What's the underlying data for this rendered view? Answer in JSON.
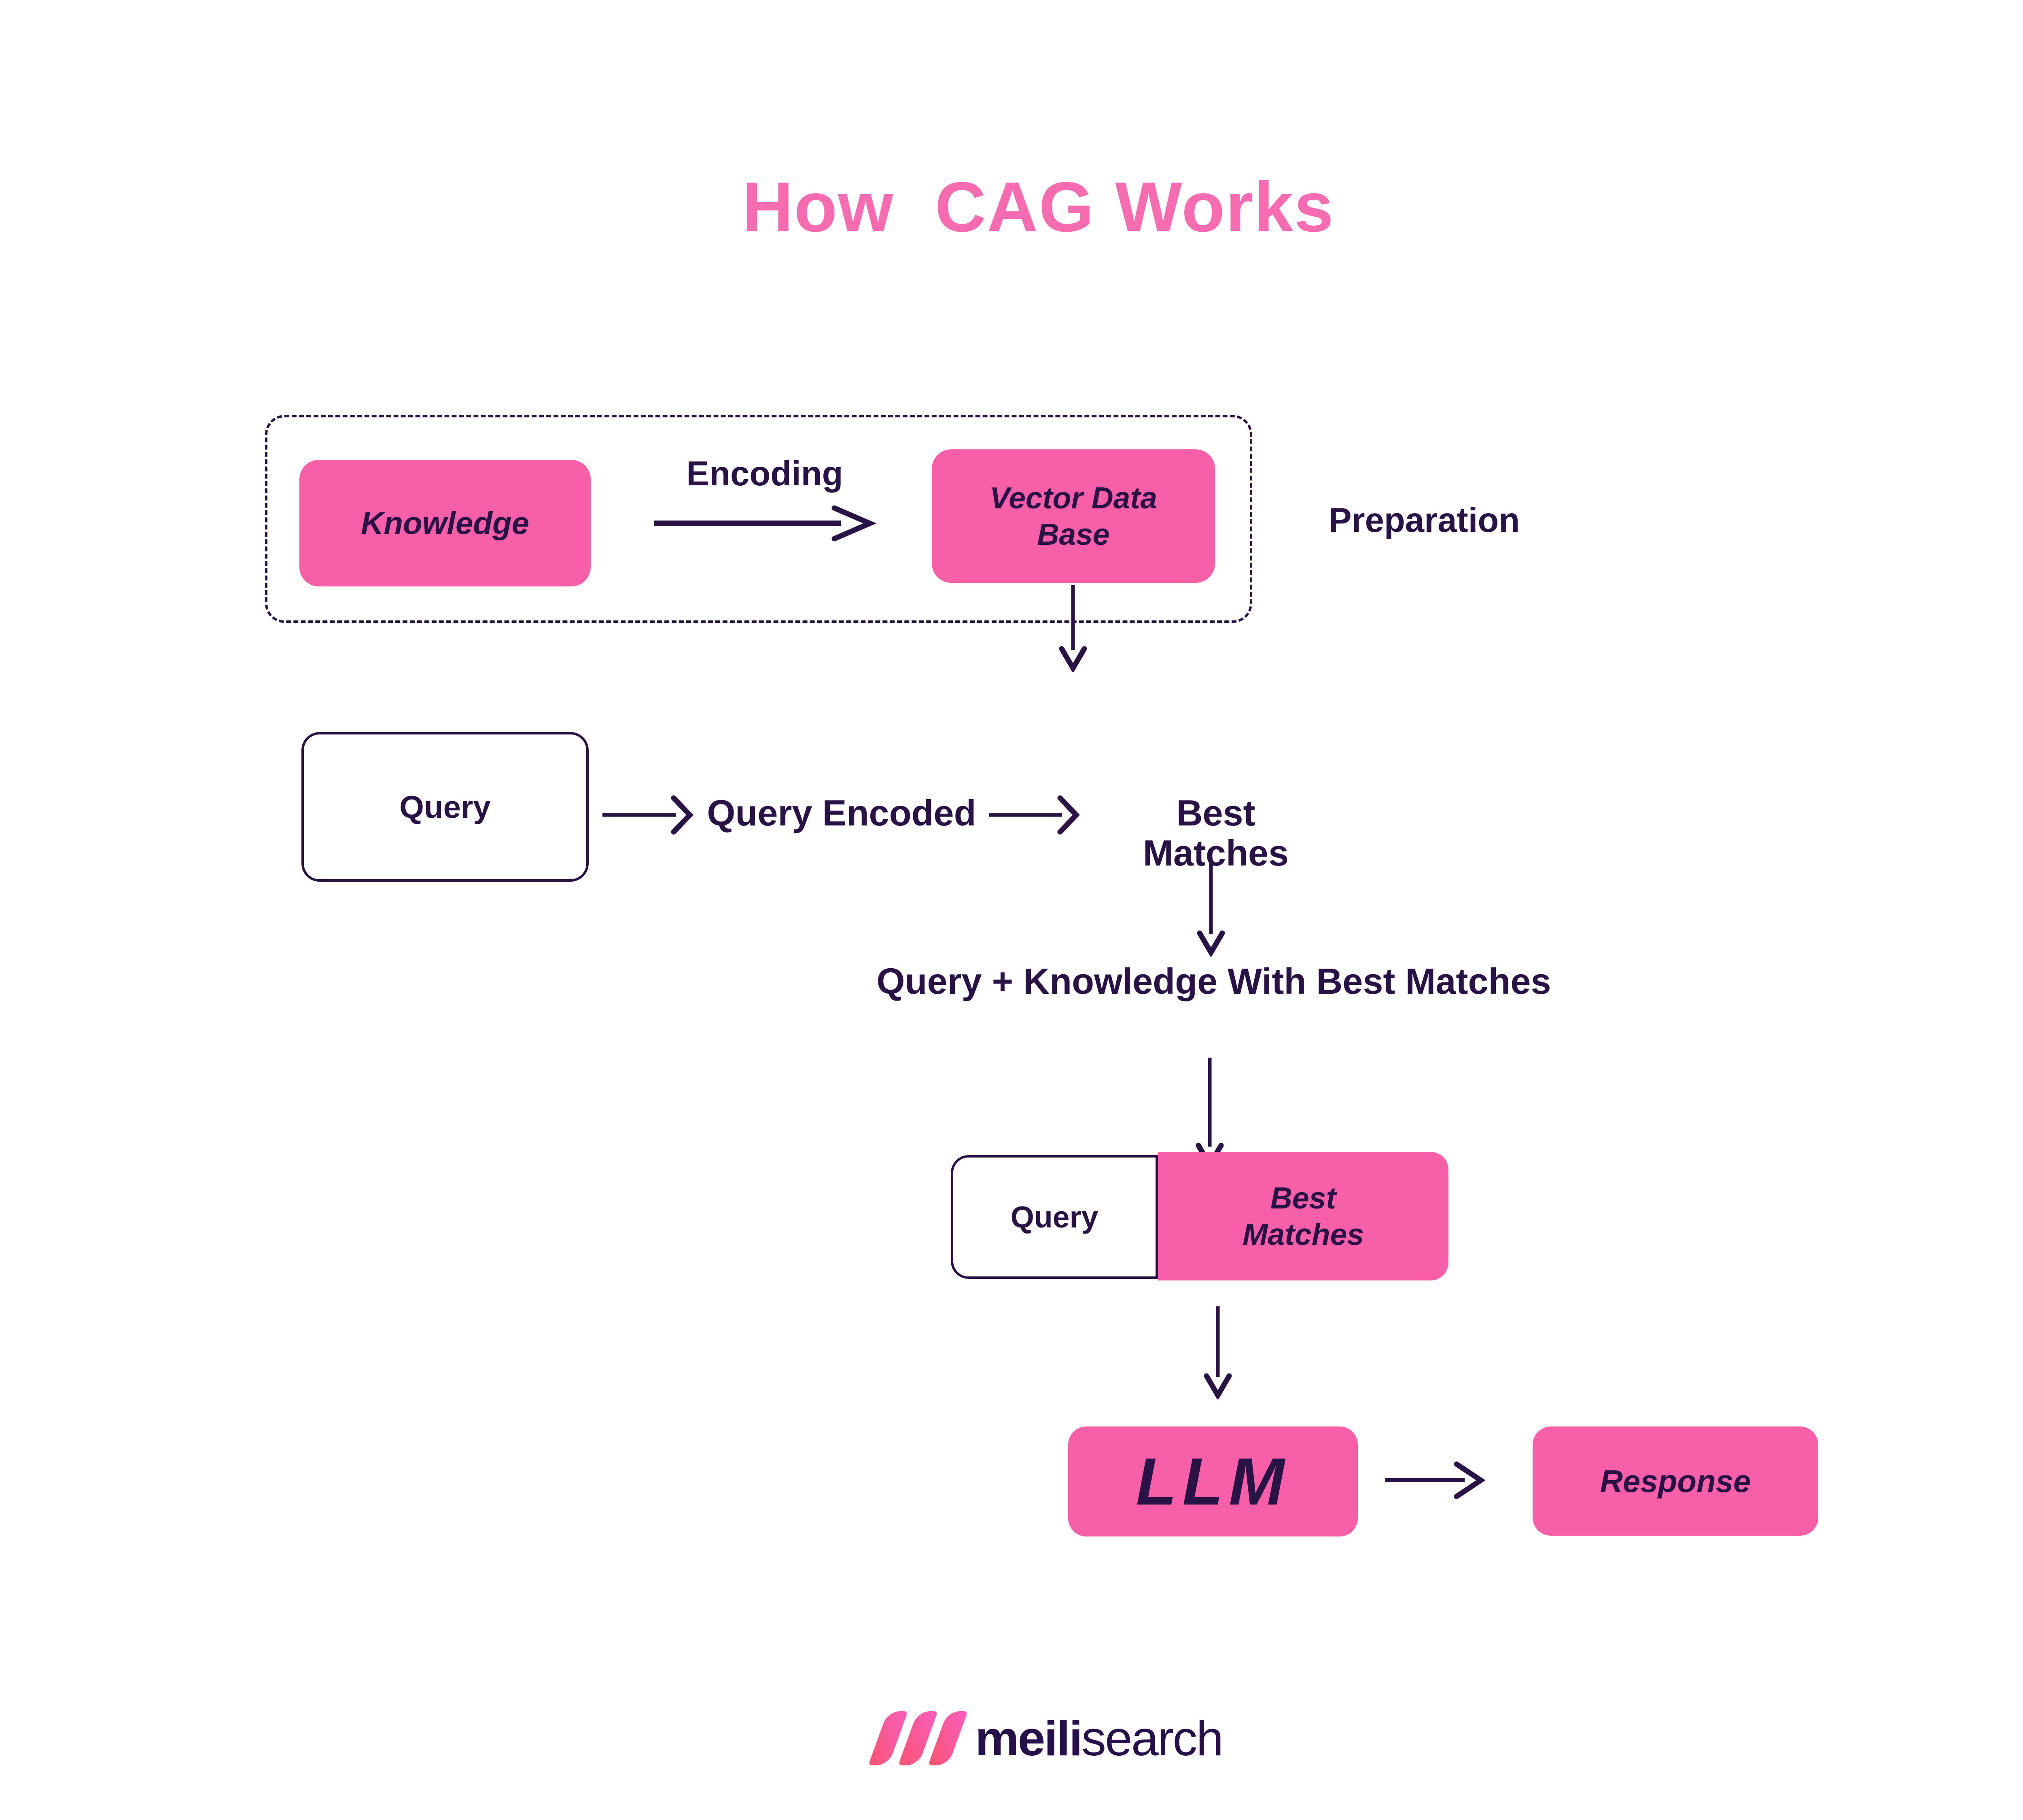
{
  "title": "How  CAG Works",
  "colors": {
    "title_pink": "#f76bb0",
    "box_pink": "#f75fa8",
    "dark_purple": "#291245",
    "logo_gradient_start": "#f8536f",
    "logo_gradient_end": "#fb5fc0"
  },
  "preparation": {
    "knowledge": "Knowledge",
    "encoding": "Encoding",
    "vector_database": "Vector Data Base",
    "label": "Preparation"
  },
  "flow": {
    "query": "Query",
    "query_encoded": "Query Encoded",
    "best_matches": "Best Matches",
    "combined": "Query + Knowledge With Best Matches"
  },
  "combined_box": {
    "query": "Query",
    "best_matches": "Best Matches"
  },
  "generation": {
    "llm": "LLM",
    "response": "Response"
  },
  "footer": {
    "brand_bold": "meili",
    "brand_light": "search"
  }
}
